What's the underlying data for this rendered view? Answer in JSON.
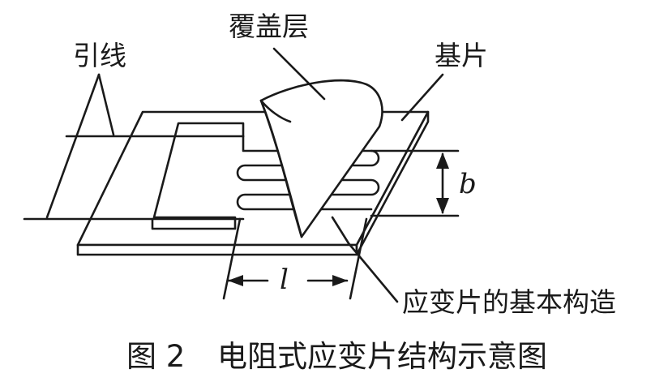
{
  "diagram": {
    "labels": {
      "lead_wire": "引线",
      "cover_layer": "覆盖层",
      "substrate": "基片",
      "width_symbol": "b",
      "length_symbol": "l",
      "basic_structure": "应变片的基本构造"
    },
    "caption": {
      "number": "图 2",
      "title": "电阻式应变片结构示意图"
    }
  }
}
